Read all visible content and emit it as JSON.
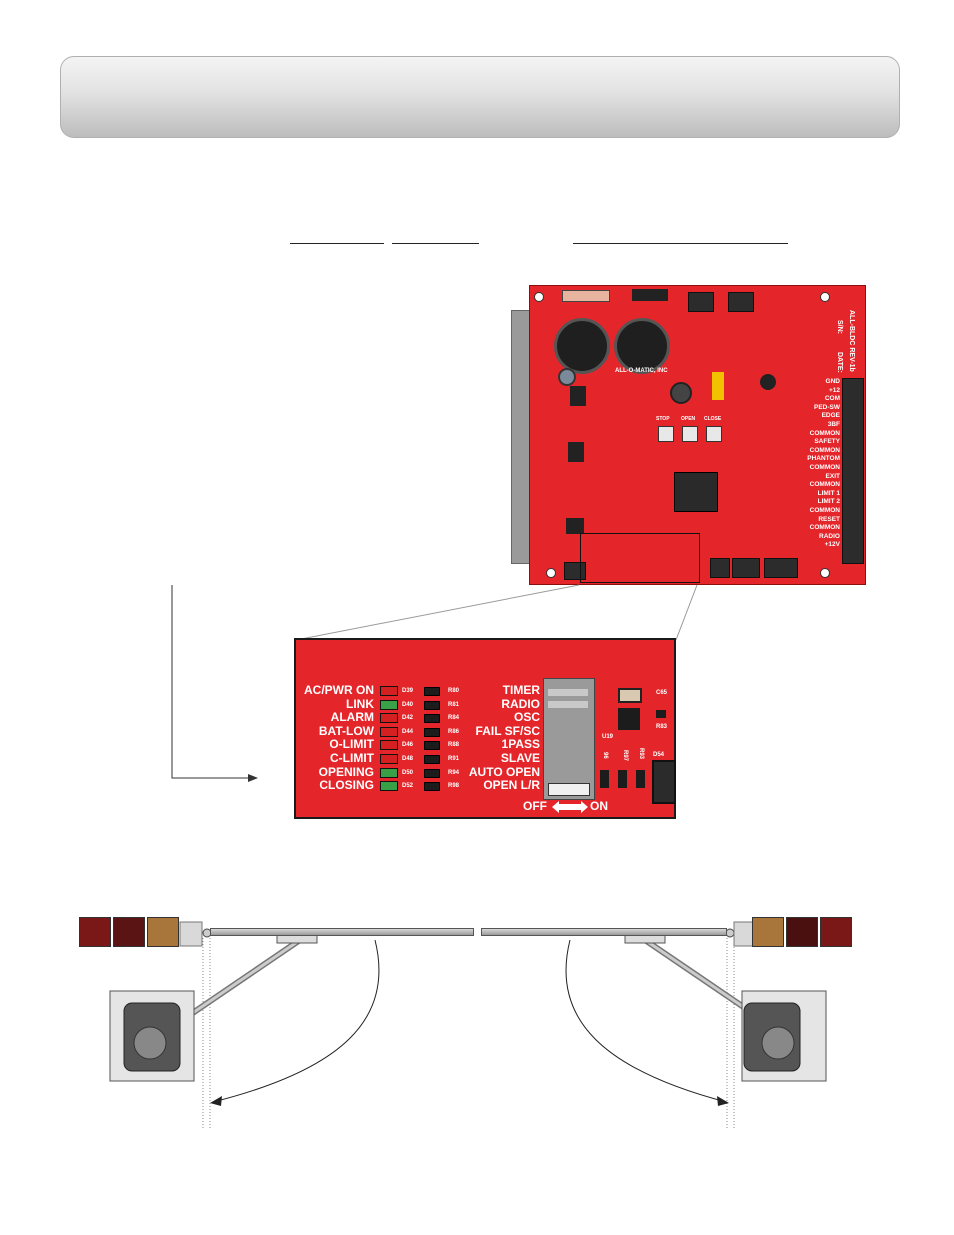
{
  "board": {
    "brand": "ALL-O-MATIC, INC",
    "rev": "ALL-BLDC REV-1b",
    "date_label": "DATE:",
    "sn_label": "S/N:",
    "terminals": [
      "GND",
      "+12",
      "COM",
      "PED-SW",
      "EDGE",
      "3BF",
      "COMMON",
      "SAFETY",
      "COMMON",
      "PHANTOM",
      "COMMON",
      "EXIT",
      "COMMON",
      "LIMIT 1",
      "LIMIT 2",
      "COMMON",
      "RESET",
      "COMMON",
      "RADIO",
      "+12V"
    ],
    "buttons": [
      "STOP",
      "OPEN",
      "CLOSE"
    ]
  },
  "zoom": {
    "leds": [
      {
        "label": "AC/PWR ON",
        "id": "D39",
        "res": "R80",
        "color": "#d42020"
      },
      {
        "label": "LINK",
        "id": "D40",
        "res": "R81",
        "color": "#3aa048"
      },
      {
        "label": "ALARM",
        "id": "D42",
        "res": "R84",
        "color": "#d42020"
      },
      {
        "label": "BAT-LOW",
        "id": "D44",
        "res": "R86",
        "color": "#d42020"
      },
      {
        "label": "O-LIMIT",
        "id": "D46",
        "res": "R88",
        "color": "#d42020"
      },
      {
        "label": "C-LIMIT",
        "id": "D48",
        "res": "R91",
        "color": "#d42020"
      },
      {
        "label": "OPENING",
        "id": "D50",
        "res": "R94",
        "color": "#3aa048"
      },
      {
        "label": "CLOSING",
        "id": "D52",
        "res": "R98",
        "color": "#3aa048"
      }
    ],
    "switches": [
      "TIMER",
      "RADIO",
      "OSC",
      "FAIL SF/SC",
      "1PASS",
      "SLAVE",
      "AUTO OPEN",
      "OPEN L/R"
    ],
    "off_label": "OFF",
    "on_label": "ON",
    "components": {
      "c65": "C65",
      "u19": "U19",
      "r83": "R83",
      "r96": "96",
      "r97": "R97",
      "r93": "R93",
      "d54": "D54"
    }
  },
  "colors": {
    "board_red": "#e4262b",
    "led_red": "#d42020",
    "led_green": "#3aa048"
  }
}
